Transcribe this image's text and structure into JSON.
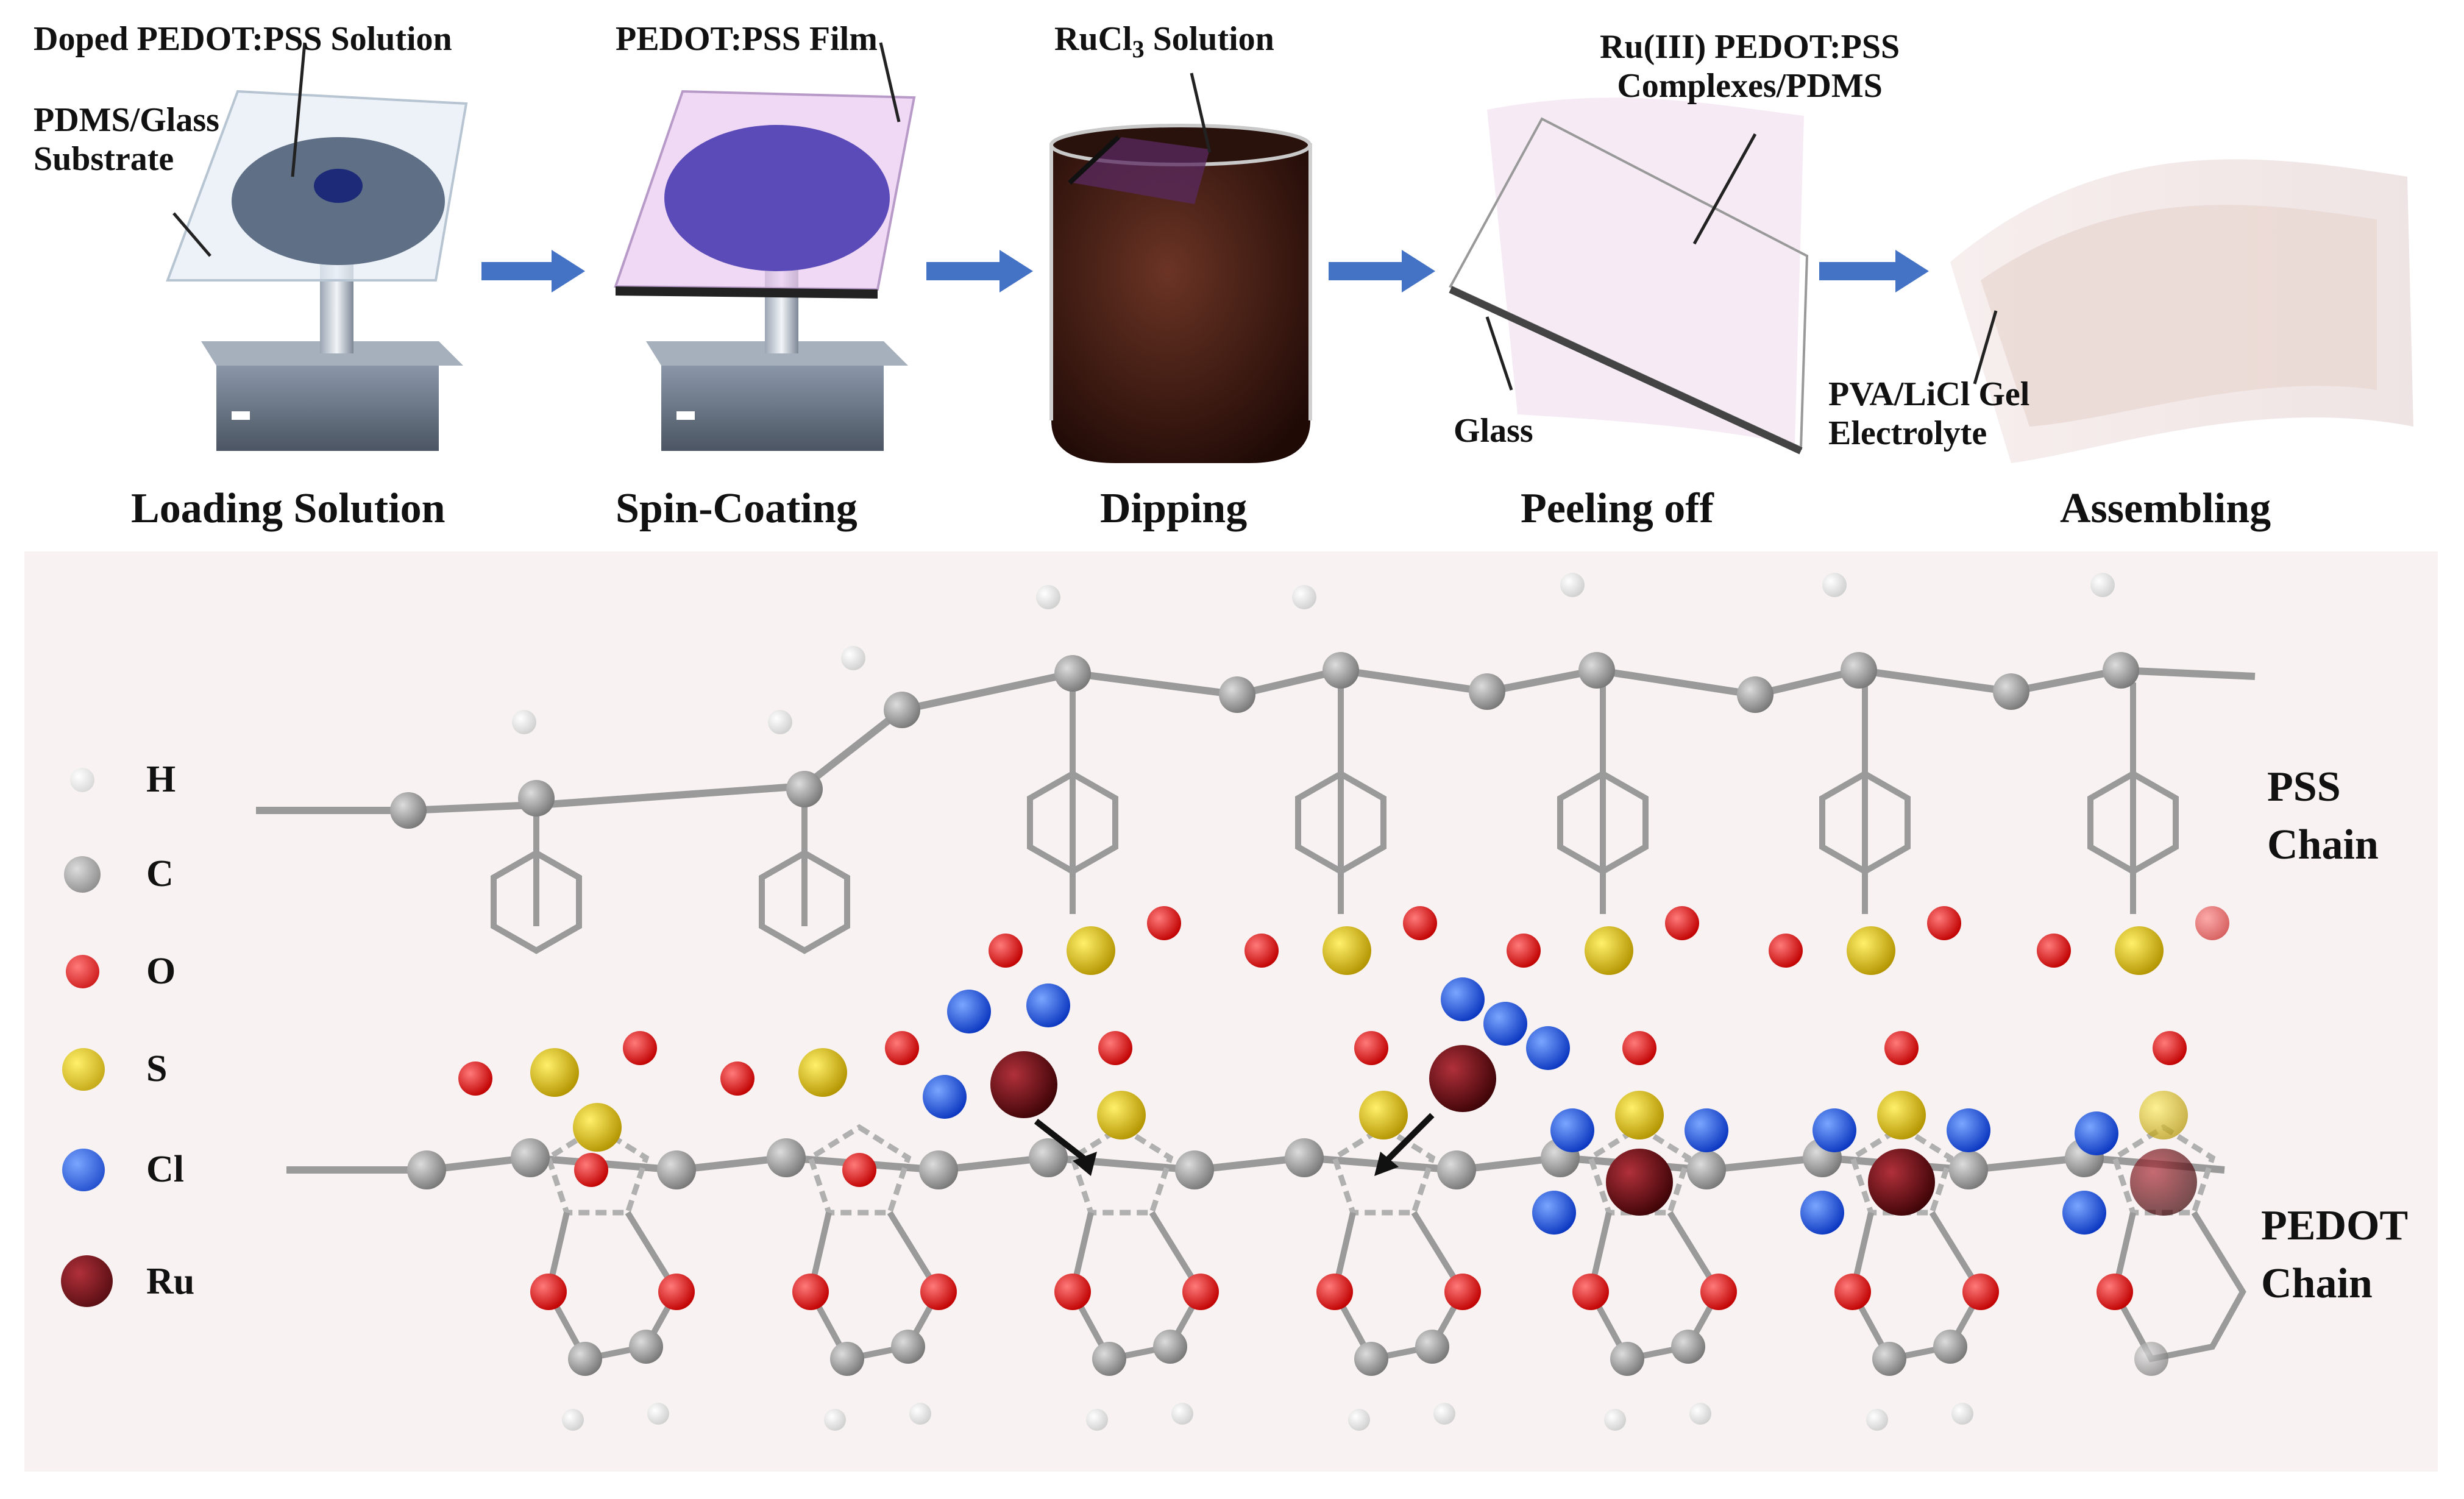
{
  "steps": [
    {
      "id": "loading",
      "label": "Loading Solution"
    },
    {
      "id": "spin",
      "label": "Spin-Coating"
    },
    {
      "id": "dipping",
      "label": "Dipping"
    },
    {
      "id": "peeling",
      "label": "Peeling off"
    },
    {
      "id": "assembling",
      "label": "Assembling"
    }
  ],
  "callouts": {
    "doped_solution": "Doped PEDOT:PSS Solution",
    "substrate_line1": "PDMS/Glass",
    "substrate_line2": "Substrate",
    "film": "PEDOT:PSS Film",
    "rucl3_main": "RuCl",
    "rucl3_sub": "3",
    "rucl3_tail": " Solution",
    "complex_line1": "Ru(III) PEDOT:PSS",
    "complex_line2": "Complexes/PDMS",
    "glass": "Glass",
    "gel_line1": "PVA/LiCl Gel",
    "gel_line2": "Electrolyte"
  },
  "legend": [
    {
      "symbol": "H",
      "color": "#ffffff"
    },
    {
      "symbol": "C",
      "color": "#9a9a9a"
    },
    {
      "symbol": "O",
      "color": "#e01010"
    },
    {
      "symbol": "S",
      "color": "#d8b800"
    },
    {
      "symbol": "Cl",
      "color": "#1050e0"
    },
    {
      "symbol": "Ru",
      "color": "#6a0a10"
    }
  ],
  "chains": {
    "pss_line1": "PSS",
    "pss_line2": "Chain",
    "pedot_line1": "PEDOT",
    "pedot_line2": "Chain"
  },
  "colors": {
    "arrow": "#4472c4",
    "film_purple": "#5b4bb8",
    "solution_dark": "#3a1a12"
  }
}
